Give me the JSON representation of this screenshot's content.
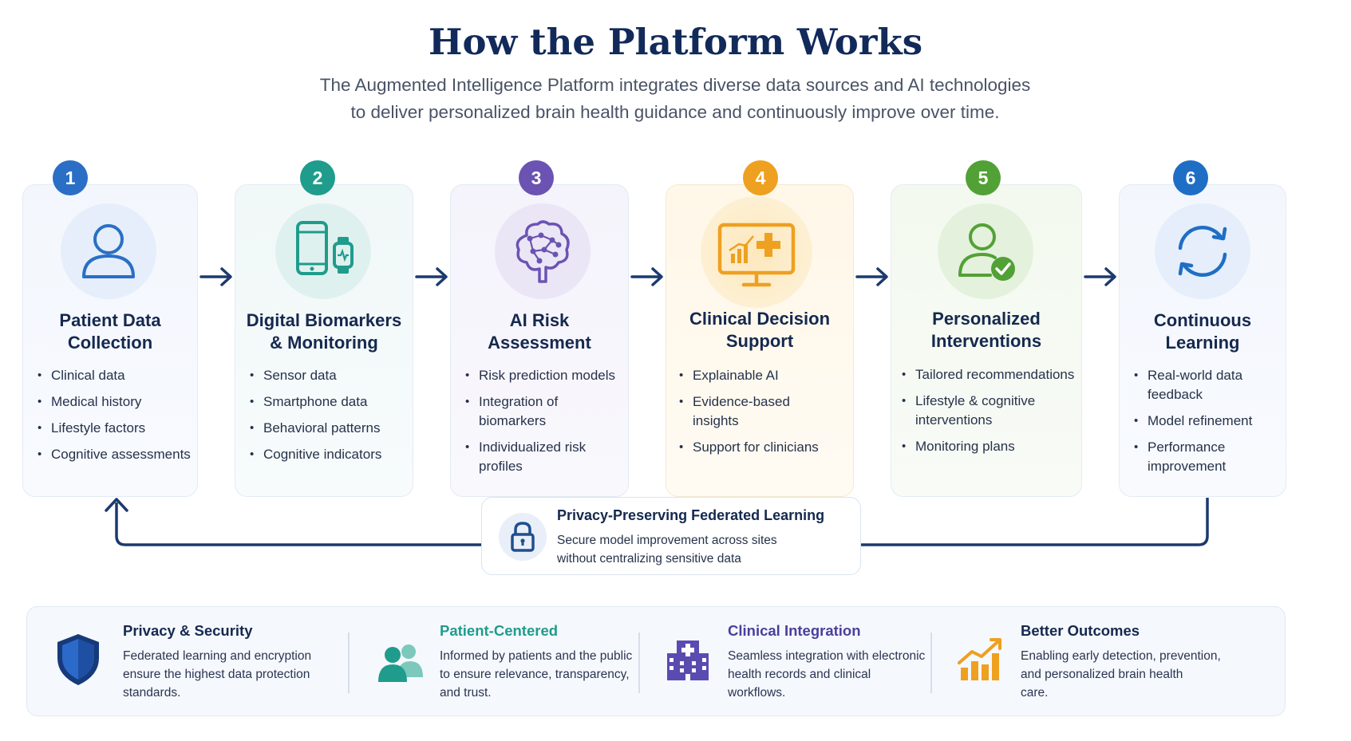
{
  "title": "How the Platform Works",
  "subtitle_lines": [
    "The Augmented Intelligence Platform integrates diverse data sources and AI technologies",
    "to deliver personalized brain health guidance and continuously improve over time."
  ],
  "steps": [
    {
      "number": "1",
      "title_lines": [
        "Patient Data",
        "Collection"
      ],
      "icon": "person-icon",
      "color": "#2a6fc5",
      "items": [
        [
          "Clinical data"
        ],
        [
          "Medical history"
        ],
        [
          "Lifestyle factors"
        ],
        [
          "Cognitive assessments"
        ]
      ]
    },
    {
      "number": "2",
      "title_lines": [
        "Digital Biomarkers",
        "& Monitoring"
      ],
      "icon": "smartphone-watch-icon",
      "color": "#1f9c8c",
      "items": [
        [
          "Sensor data"
        ],
        [
          "Smartphone data"
        ],
        [
          "Behavioral patterns"
        ],
        [
          "Cognitive indicators"
        ]
      ]
    },
    {
      "number": "3",
      "title_lines": [
        "AI Risk",
        "Assessment"
      ],
      "icon": "brain-network-icon",
      "color": "#6b53b3",
      "items": [
        [
          "Risk prediction models"
        ],
        [
          "Integration of",
          "biomarkers"
        ],
        [
          "Individualized risk",
          "profiles"
        ]
      ]
    },
    {
      "number": "4",
      "title_lines": [
        "Clinical Decision",
        "Support"
      ],
      "icon": "monitor-medical-icon",
      "color": "#eea020",
      "items": [
        [
          "Explainable AI"
        ],
        [
          "Evidence-based",
          "insights"
        ],
        [
          "Support for clinicians"
        ]
      ]
    },
    {
      "number": "5",
      "title_lines": [
        "Personalized",
        "Interventions"
      ],
      "icon": "person-check-icon",
      "color": "#52a136",
      "items": [
        [
          "Tailored recommendations"
        ],
        [
          "Lifestyle & cognitive",
          "interventions"
        ],
        [
          "Monitoring plans"
        ]
      ]
    },
    {
      "number": "6",
      "title_lines": [
        "Continuous",
        "Learning"
      ],
      "icon": "refresh-cycle-icon",
      "color": "#1f6ec5",
      "items": [
        [
          "Real-world data",
          "feedback"
        ],
        [
          "Model refinement"
        ],
        [
          "Performance",
          "improvement"
        ]
      ]
    }
  ],
  "federated": {
    "title": "Privacy-Preserving Federated Learning",
    "desc_lines": [
      "Secure model improvement across sites",
      "without centralizing sensitive data"
    ],
    "icon": "lock-icon"
  },
  "features": [
    {
      "title": "Privacy & Security",
      "color": "#15294f",
      "icon": "shield-icon",
      "desc_lines": [
        "Federated learning and encryption",
        "ensure the highest data protection",
        "standards."
      ]
    },
    {
      "title": "Patient-Centered",
      "color": "#1f9c8c",
      "icon": "people-icon",
      "desc_lines": [
        "Informed by patients and the public",
        "to ensure relevance, transparency,",
        "and trust."
      ]
    },
    {
      "title": "Clinical Integration",
      "color": "#4a3f9c",
      "icon": "hospital-icon",
      "desc_lines": [
        "Seamless integration with electronic",
        "health records and clinical",
        "workflows."
      ]
    },
    {
      "title": "Better Outcomes",
      "color": "#15294f",
      "icon": "growth-chart-icon",
      "desc_lines": [
        "Enabling early detection, prevention,",
        "and personalized brain health",
        "care."
      ]
    }
  ],
  "colors": {
    "navy": "#112a5a",
    "arrow": "#1b3a6e"
  }
}
